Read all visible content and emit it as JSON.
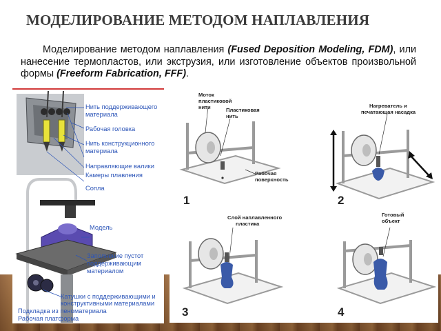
{
  "slide": {
    "title": "МОДЕЛИРОВАНИЕ МЕТОДОМ НАПЛАВЛЕНИЯ",
    "intro": {
      "part1": "Моделирование методом наплавления ",
      "fdm": "(Fused Deposition Modeling, FDM)",
      "part2": ", или нанесение термопластов, или экструзия, или изготовление объектов произвольной формы ",
      "fff": "(Freeform Fabrication, FFF)",
      "part3": "."
    }
  },
  "left_diagram": {
    "labels": {
      "support_filament": [
        "Нить поддерживающего",
        "материала"
      ],
      "print_head": "Рабочая головка",
      "build_filament": [
        "Нить конструкционного",
        "материала"
      ],
      "drive_rollers": "Направляющие валики",
      "melt_chambers": "Камеры плавления",
      "nozzles": "Сопла",
      "model": "Модель",
      "void_fill": [
        "Заполнение пустот",
        "поддерживающим",
        "материалом"
      ],
      "spools": [
        "Катушки с поддерживающими и",
        "конструктивными материалами"
      ],
      "foam_base": "Подкладка из пеноматериала",
      "platform": "Рабочая платформа"
    },
    "colors": {
      "label_blue": "#2c55b8",
      "model_purple": "#5a4bb0",
      "filament_yellow": "#e8e23a"
    }
  },
  "right_diagram": {
    "labels": {
      "spool": [
        "Моток",
        "пластиковой",
        "нити"
      ],
      "filament": [
        "Пластиковая",
        "нить"
      ],
      "surface": [
        "Рабочая",
        "поверхность"
      ],
      "heater": [
        "Нагреватель и",
        "печатающая насадка"
      ],
      "layer": [
        "Слой наплавленного",
        "пластика"
      ],
      "finished": [
        "Готовый",
        "объект"
      ]
    },
    "steps": [
      "1",
      "2",
      "3",
      "4"
    ],
    "colors": {
      "part_blue": "#3a5aa8",
      "frame_grey": "#9a9a9a"
    }
  }
}
